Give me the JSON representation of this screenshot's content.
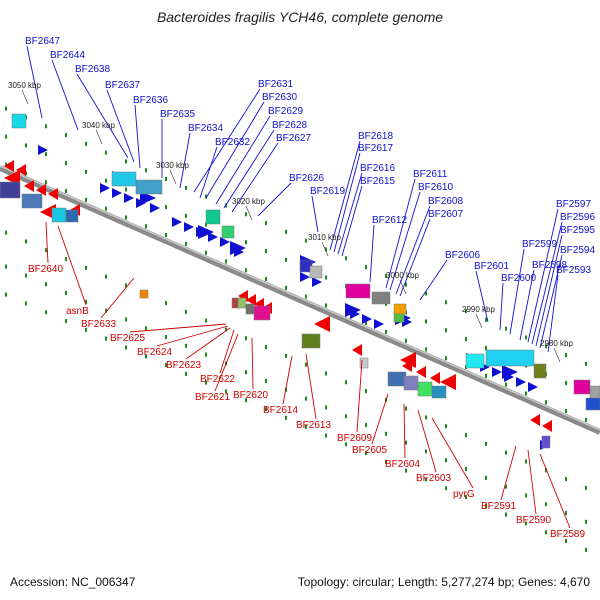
{
  "title": "Bacteroides fragilis YCH46, complete genome",
  "footer": {
    "accession": "Accession: NC_006347",
    "summary": "Topology: circular; Length: 5,277,274 bp; Genes: 4,670"
  },
  "colors": {
    "forward_label": "#1010d0",
    "reverse_label": "#d00000",
    "forward_gene": "#1010d0",
    "reverse_gene": "#ee0000",
    "backbone": "#8a8a8a",
    "tick_dot": "#1a8a1a"
  },
  "scale_labels": [
    "3050 kbp",
    "3040 kbp",
    "3030 kbp",
    "3020 kbp",
    "3010 kbp",
    "3000 kbp",
    "2990 kbp",
    "2980 kbp"
  ],
  "forward_labels": [
    "BF2647",
    "BF2644",
    "BF2638",
    "BF2637",
    "BF2636",
    "BF2635",
    "BF2634",
    "BF2632",
    "BF2631",
    "BF2630",
    "BF2629",
    "BF2628",
    "BF2627",
    "BF2626",
    "BF2619",
    "BF2618",
    "BF2617",
    "BF2616",
    "BF2615",
    "BF2612",
    "BF2611",
    "BF2610",
    "BF2608",
    "BF2607",
    "BF2606",
    "BF2601",
    "BF2600",
    "BF2599",
    "BF2598",
    "BF2597",
    "BF2596",
    "BF2595",
    "BF2594",
    "BF2593"
  ],
  "reverse_labels": [
    "BF2640",
    "asnB",
    "BF2633",
    "BF2625",
    "BF2624",
    "BF2623",
    "BF2622",
    "BF2621",
    "BF2620",
    "BF2614",
    "BF2613",
    "BF2609",
    "BF2605",
    "BF2604",
    "BF2603",
    "pyrG",
    "BF2591",
    "BF2590",
    "BF2589"
  ]
}
